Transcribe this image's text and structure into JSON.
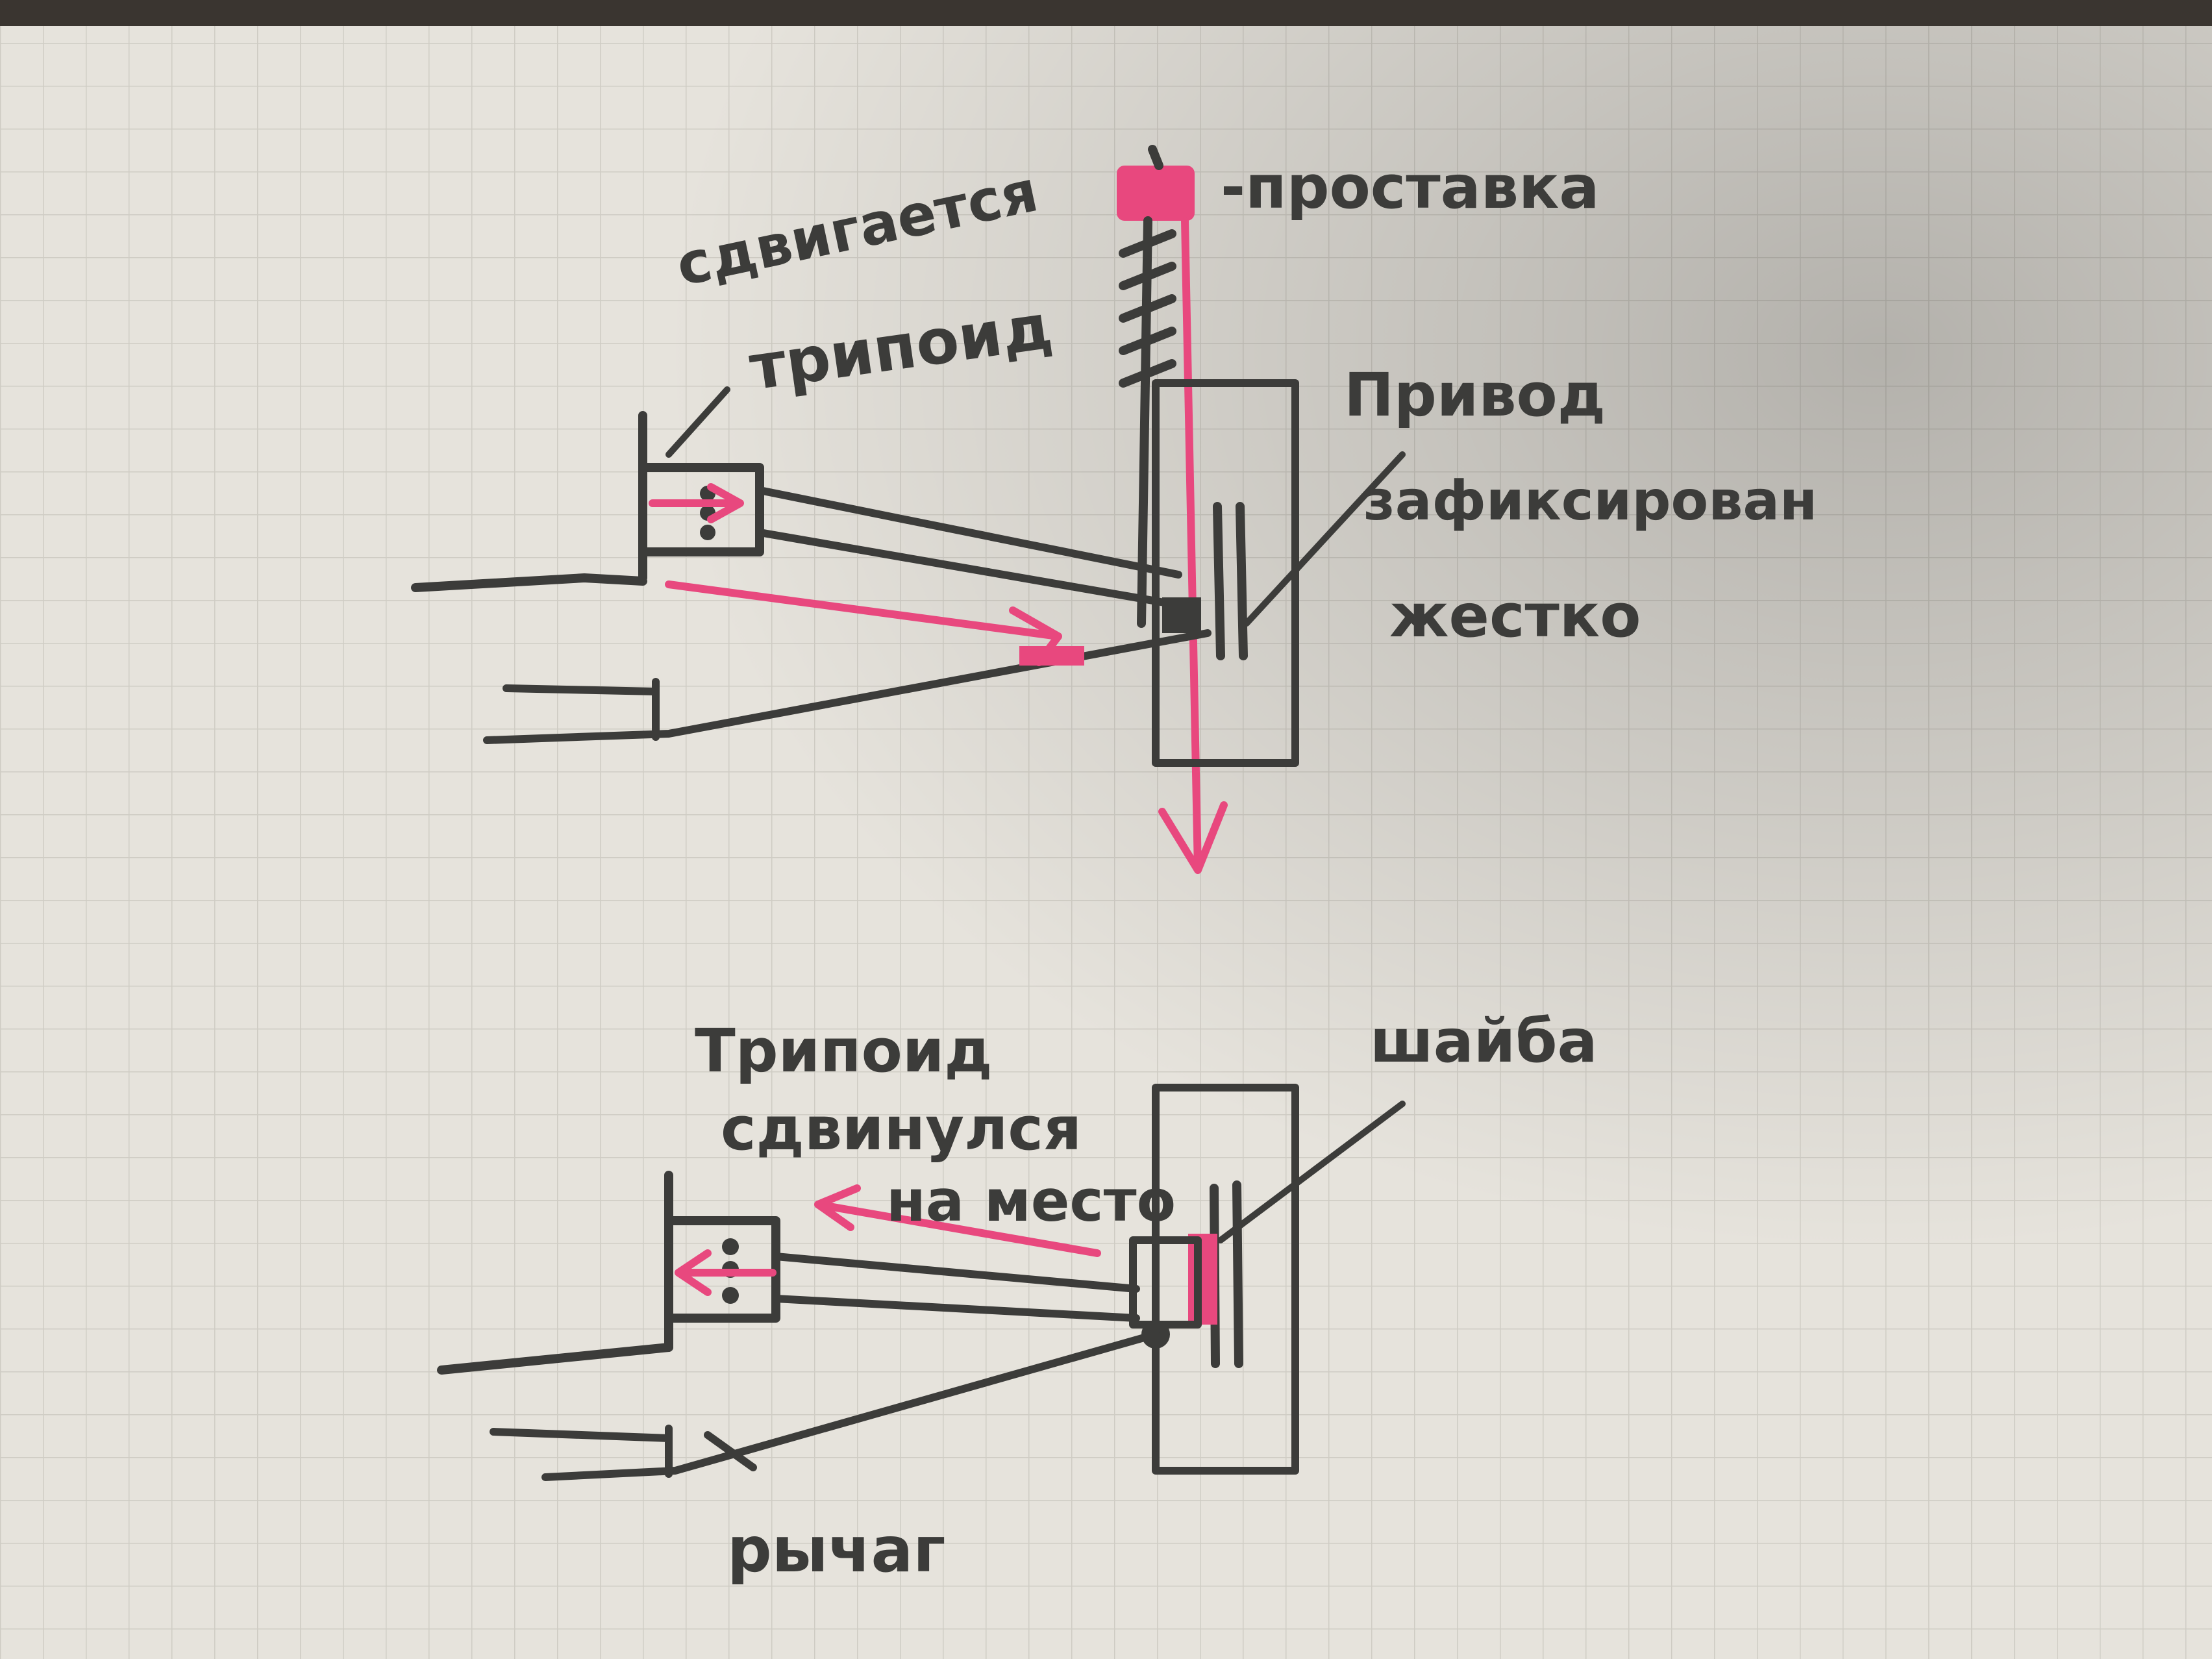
{
  "colors": {
    "paper": "#e6e3dc",
    "grid": "#cfccc4",
    "ink": "#3c3c3a",
    "highlight": "#e8487e",
    "shadow": "#3a3530"
  },
  "top_diagram": {
    "label_spacer": "-проставка",
    "label_moves_line1": "сдвигается",
    "label_moves_line2": "трипоид",
    "label_drive_line1": "Привод",
    "label_drive_line2": "зафиксирован",
    "label_drive_line3": "жестко"
  },
  "bottom_diagram": {
    "label_tripod_line1": "Трипоид",
    "label_tripod_line2": "сдвинулся",
    "label_tripod_line3": "на место",
    "label_washer": "шайба",
    "label_lever": "рычаг"
  }
}
